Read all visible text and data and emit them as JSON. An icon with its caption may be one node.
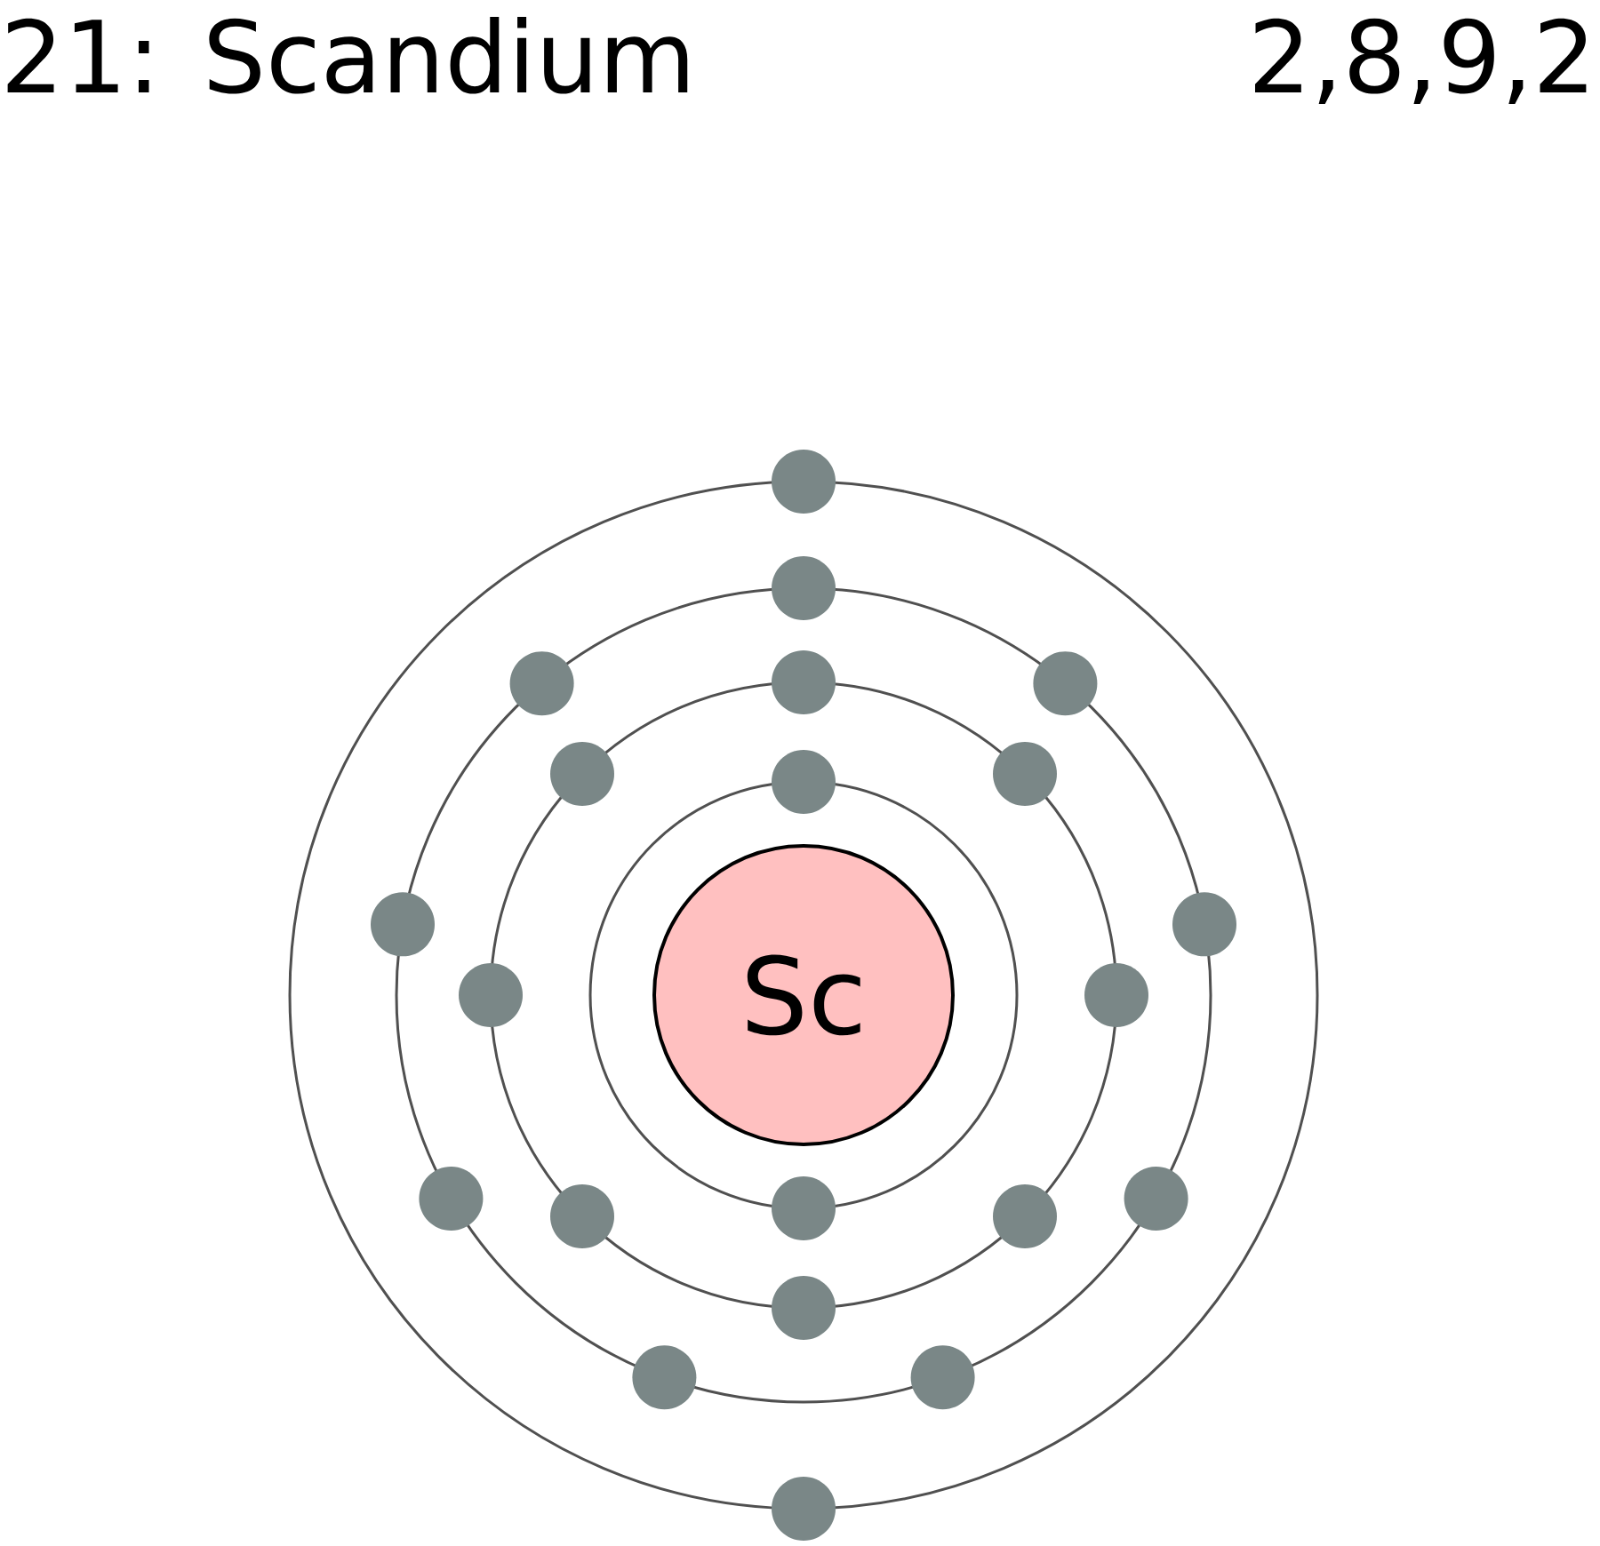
{
  "diagram": {
    "title": "21: Scandium",
    "nodes": [
      {
        "text": [
          "Sc"
        ]
      }
    ],
    "labels": [
      "2,8,9,2"
    ]
  }
}
